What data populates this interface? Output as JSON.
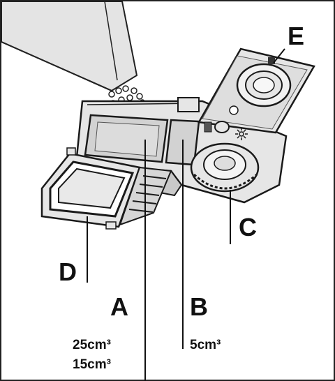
{
  "labels": {
    "A": "A",
    "B": "B",
    "C": "C",
    "D": "D",
    "E": "E"
  },
  "amounts": {
    "a_line1": "25cm³",
    "a_line2": "15cm³",
    "b_line1": "5cm³"
  },
  "colors": {
    "outline": "#1a1a1a",
    "panel": "#e6e6e6",
    "panel_dark": "#c9c9c9",
    "chamber": "#d2d2d2",
    "background": "#ffffff"
  }
}
